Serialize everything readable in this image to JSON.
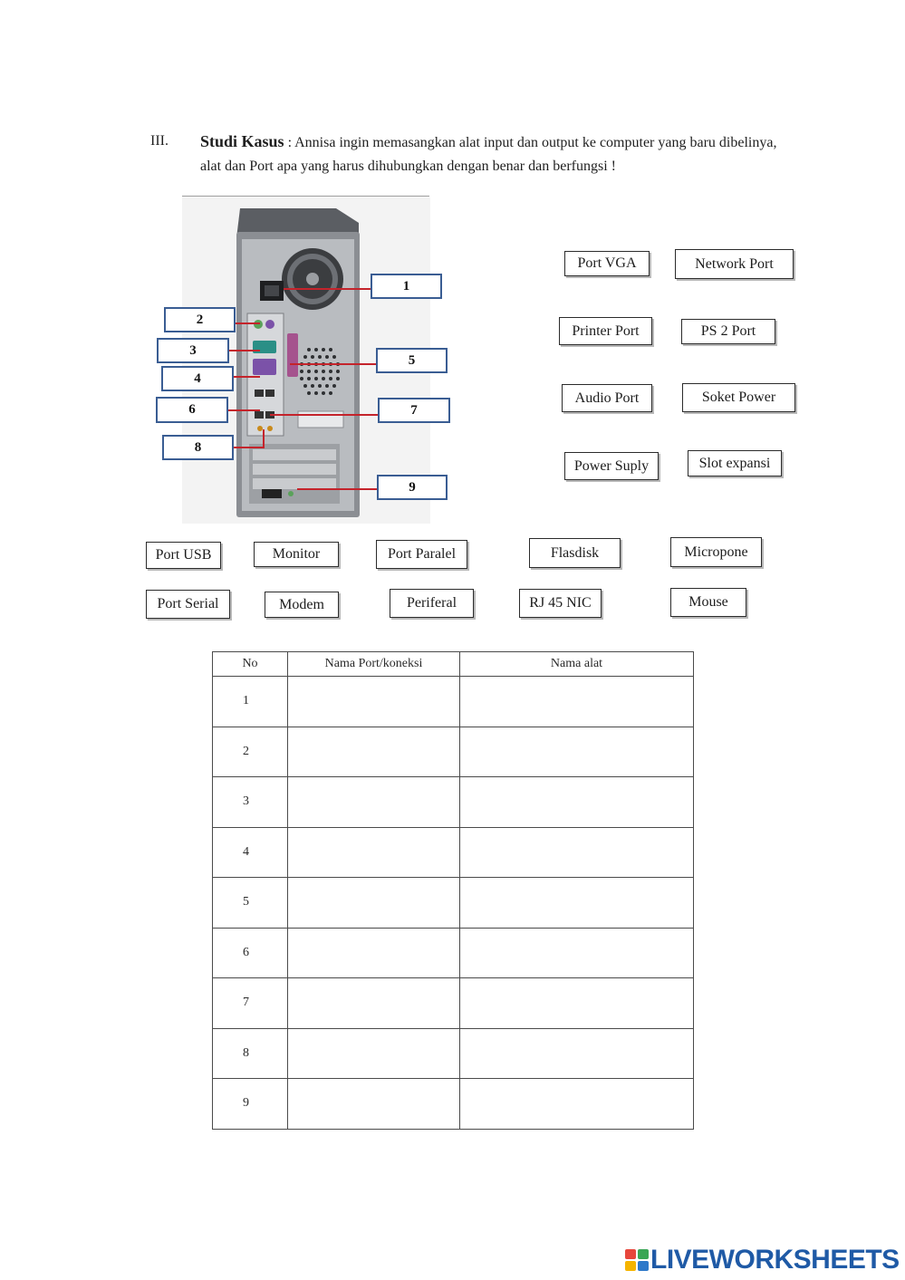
{
  "question": {
    "number": "III.",
    "title": "Studi Kasus",
    "text": " : Annisa ingin memasangkan alat input dan output ke computer yang baru dibelinya, alat dan Port apa yang harus dihubungkan dengan benar dan berfungsi !"
  },
  "callouts": [
    "1",
    "2",
    "3",
    "4",
    "5",
    "6",
    "7",
    "8",
    "9"
  ],
  "options": {
    "port_vga": "Port  VGA",
    "network_port": "Network Port",
    "printer_port": "Printer Port",
    "ps2_port": "PS 2 Port",
    "audio_port": "Audio Port",
    "soket_power": "Soket Power",
    "power_suply": "Power Suply",
    "slot_expansi": "Slot expansi",
    "port_usb": "Port USB",
    "monitor": "Monitor",
    "port_paralel": "Port Paralel",
    "flasdisk": "Flasdisk",
    "micropone": "Micropone",
    "port_serial": "Port Serial",
    "modem": "Modem",
    "periferal": "Periferal",
    "rj45_nic": "RJ 45 NIC",
    "mouse": "Mouse"
  },
  "table": {
    "headers": [
      "No",
      "Nama Port/koneksi",
      "Nama alat"
    ],
    "rows": [
      "1",
      "2",
      "3",
      "4",
      "5",
      "6",
      "7",
      "8",
      "9"
    ]
  },
  "brand": {
    "name": "LIVEWORKSHEETS",
    "mark_colors": [
      "#e7473c",
      "#3aa655",
      "#f5b400",
      "#2f79c9"
    ]
  }
}
